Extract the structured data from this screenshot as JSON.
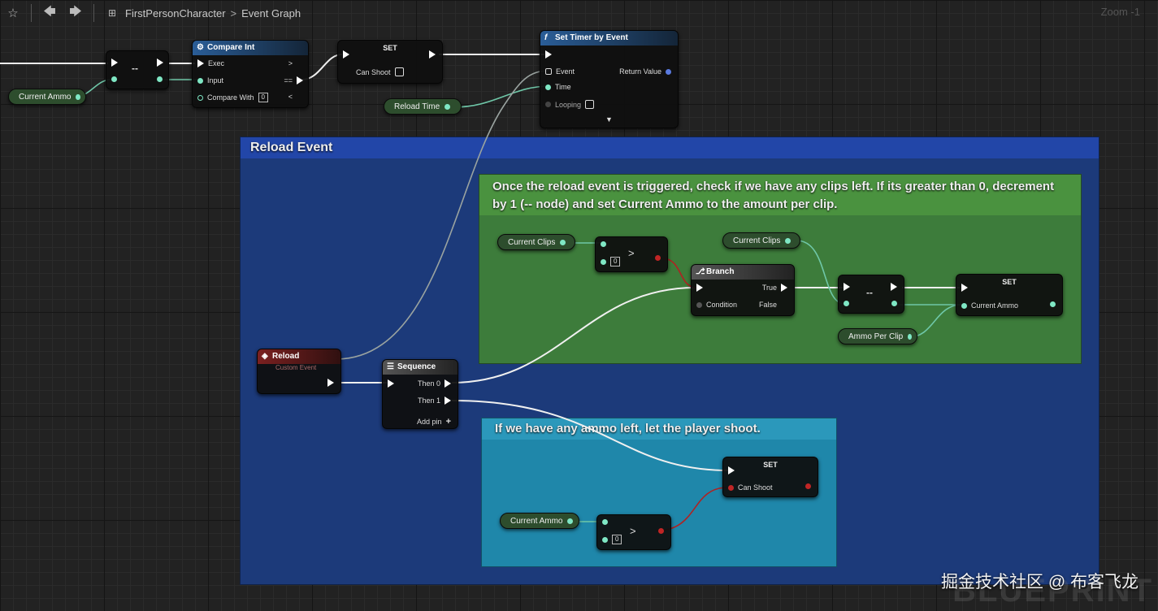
{
  "toolbar": {
    "breadcrumb_root": "FirstPersonCharacter",
    "breadcrumb_sep": ">",
    "breadcrumb_graph": "Event Graph",
    "zoom": "Zoom -1"
  },
  "comments": {
    "reload": "Reload Event",
    "clips": "Once the reload event is triggered, check if we have any clips left. If its greater than 0, decrement by 1 (-- node) and set Current Ammo to the amount per clip.",
    "ammo": "If we have any ammo left, let the player shoot."
  },
  "nodes": {
    "decrement_top": {
      "label": "--"
    },
    "compare_int": {
      "title": "Compare Int",
      "exec": "Exec",
      "input": "Input",
      "compare_with": "Compare With",
      "compare_value": "0",
      "output_arrows": ">",
      "output_eq": "==",
      "output_lt": "<"
    },
    "set_can_shoot_top": {
      "title": "SET",
      "field": "Can Shoot"
    },
    "set_timer": {
      "title": "Set Timer by Event",
      "event": "Event",
      "time": "Time",
      "looping": "Looping",
      "return_value": "Return Value",
      "expand": "▼"
    },
    "reload_event": {
      "title": "Reload",
      "subtitle": "Custom Event"
    },
    "sequence": {
      "title": "Sequence",
      "then0": "Then 0",
      "then1": "Then 1",
      "add_pin": "Add pin"
    },
    "compare_clips": {
      "value": "0"
    },
    "branch": {
      "title": "Branch",
      "true": "True",
      "false": "False",
      "condition": "Condition"
    },
    "decrement_clips": {
      "label": "--"
    },
    "set_current_ammo": {
      "title": "SET",
      "field": "Current Ammo"
    },
    "set_can_shoot_bottom": {
      "title": "SET",
      "field": "Can Shoot"
    },
    "compare_ammo": {
      "value": "0"
    }
  },
  "variables": {
    "current_ammo_top": "Current Ammo",
    "reload_time": "Reload Time",
    "current_clips_1": "Current Clips",
    "current_clips_2": "Current Clips",
    "ammo_per_clip": "Ammo Per Clip",
    "current_ammo_bottom": "Current Ammo"
  },
  "watermark": "掘金技术社区 @ 布客飞龙",
  "brand": "BLUEPRINT",
  "colors": {
    "exec_wire": "#f0f0f0",
    "int_pin": "#7fe7c4",
    "bool_pin": "#c02525",
    "reload_comment": "#1c3a7a",
    "clips_comment": "#3d7c3b",
    "ammo_comment": "#1f87aa"
  }
}
